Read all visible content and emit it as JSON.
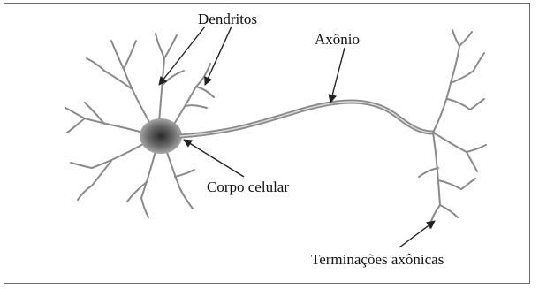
{
  "diagram": {
    "labels": {
      "dendrites": "Dendritos",
      "axon": "Axônio",
      "cell_body": "Corpo celular",
      "axon_terminals": "Terminações axônicas"
    }
  }
}
